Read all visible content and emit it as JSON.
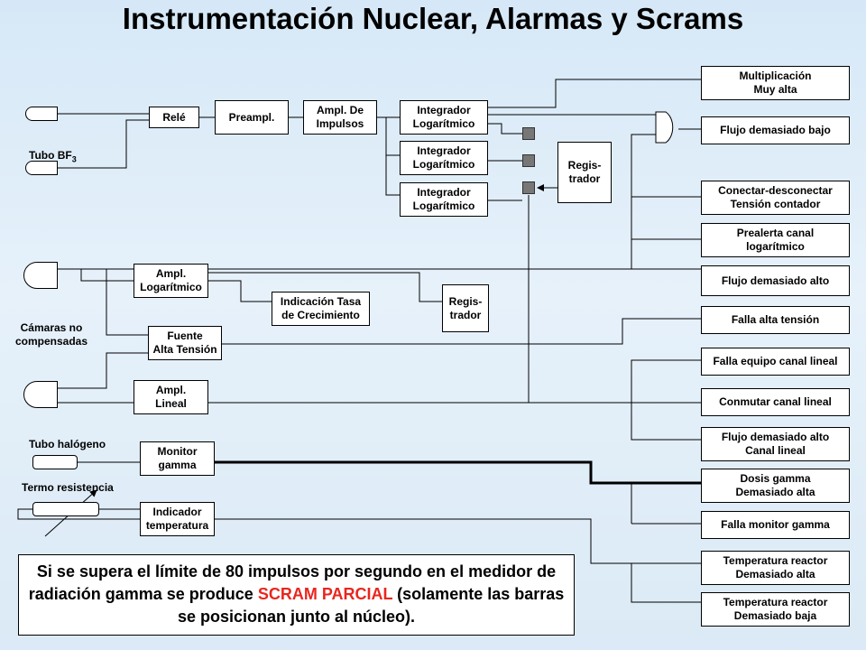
{
  "title": "Instrumentación Nuclear, Alarmas y Scrams",
  "detectors": {
    "bf3_label": "Tubo BF",
    "bf3_sub": "3",
    "chambers_label": "Cámaras no\ncompensadas",
    "halogen_label": "Tubo halógeno",
    "thermo_label": "Termo resistencia"
  },
  "blocks": {
    "rele": "Relé",
    "preampl": "Preampl.",
    "ampl_impulsos": "Ampl. De\nImpulsos",
    "integrador_1": "Integrador\nLogarítmico",
    "integrador_2": "Integrador\nLogarítmico",
    "integrador_3": "Integrador\nLogarítmico",
    "registrador_1": "Regis-\ntrador",
    "ampl_log": "Ampl.\nLogarítmico",
    "indicacion_tasa": "Indicación Tasa\nde Crecimiento",
    "registrador_2": "Regis-\ntrador",
    "fuente": "Fuente\nAlta Tensión",
    "ampl_lineal": "Ampl.\nLineal",
    "monitor_gamma": "Monitor\ngamma",
    "indicador_temp": "Indicador\ntemperatura"
  },
  "alarms": [
    "Multiplicación\nMuy alta",
    "Flujo demasiado bajo",
    "Conectar-desconectar\nTensión contador",
    "Prealerta canal\nlogarítmico",
    "Flujo demasiado alto",
    "Falla alta tensión",
    "Falla equipo canal lineal",
    "Conmutar canal lineal",
    "Flujo demasiado alto\nCanal lineal",
    "Dosis gamma\nDemasiado alta",
    "Falla monitor gamma",
    "Temperatura reactor\nDemasiado alta",
    "Temperatura reactor\nDemasiado baja"
  ],
  "note": {
    "part1": "Si se supera el límite de 80 impulsos por segundo en el medidor de radiación gamma se produce ",
    "highlight": "SCRAM PARCIAL",
    "part2": " (solamente las barras se posicionan junto al núcleo).",
    "highlight_color": "#e8261f"
  }
}
